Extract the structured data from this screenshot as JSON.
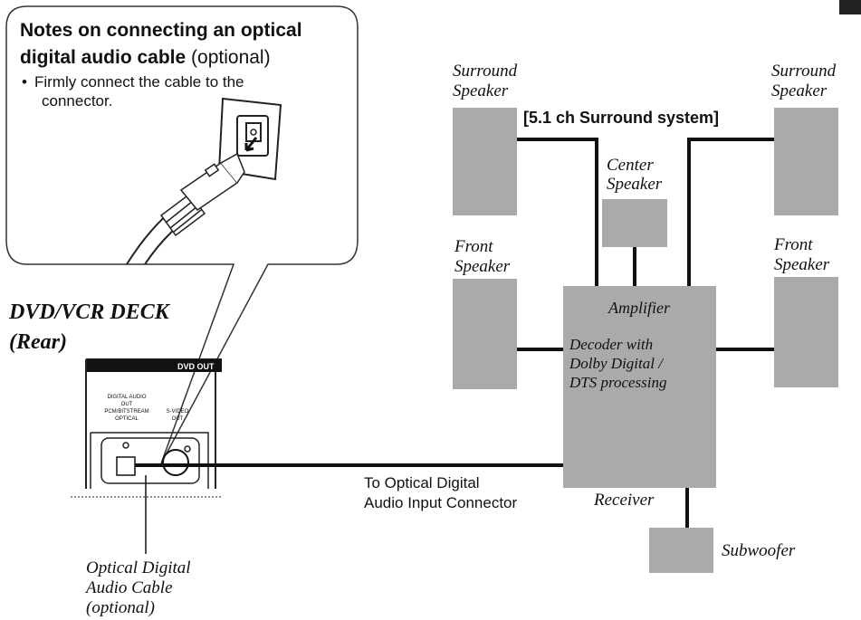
{
  "callout": {
    "title_line1": "Notes on connecting an optical",
    "title_line2_bold": "digital audio cable",
    "title_line2_normal": " (optional)",
    "bullet": "•",
    "note_line1": "Firmly connect the cable to the",
    "note_line2": "connector."
  },
  "deck": {
    "title": "DVD/VCR DECK",
    "subtitle": "(Rear)",
    "panel_header": "DVD OUT",
    "optical_label": [
      "DIGITAL AUDIO",
      "OUT",
      "PCM/BITSTREAM",
      "OPTICAL"
    ],
    "svideo_label": [
      "S-VIDEO",
      "OUT"
    ]
  },
  "system_title": "[5.1 ch Surround system]",
  "speakers": {
    "surround_left": [
      "Surround",
      "Speaker"
    ],
    "surround_right": [
      "Surround",
      "Speaker"
    ],
    "center": [
      "Center",
      "Speaker"
    ],
    "front_left": [
      "Front",
      "Speaker"
    ],
    "front_right": [
      "Front",
      "Speaker"
    ],
    "subwoofer": "Subwoofer"
  },
  "receiver": {
    "amplifier": "Amplifier",
    "decoder": [
      "Decoder with",
      "Dolby Digital /",
      "DTS processing"
    ],
    "label": "Receiver"
  },
  "connection_label": [
    "To Optical Digital",
    "Audio Input Connector"
  ],
  "cable_label": [
    "Optical Digital",
    "Audio Cable",
    "(optional)"
  ],
  "colors": {
    "box_fill": "#aaaaaa",
    "line": "#111111",
    "background": "#ffffff"
  }
}
